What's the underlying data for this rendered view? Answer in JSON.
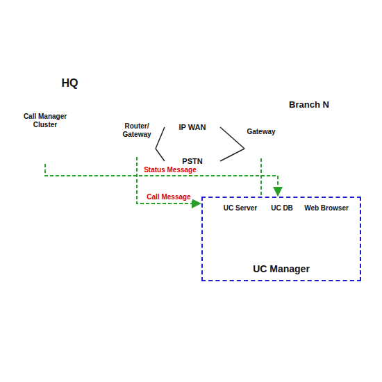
{
  "diagram": {
    "nodes": [
      {
        "text": [
          "HQ"
        ]
      },
      {
        "text": [
          "Call Manager Cluster"
        ],
        "in": 0
      },
      {
        "text": [
          "Router/ Gateway"
        ]
      },
      {
        "text": [
          "IP WAN"
        ]
      },
      {
        "text": [
          "PSTN"
        ]
      },
      {
        "text": [
          "Branch N"
        ]
      },
      {
        "text": [
          "Gateway"
        ],
        "in": 5
      },
      {
        "text": [
          "UC Manager"
        ]
      },
      {
        "text": [
          "UC Server"
        ],
        "in": 7
      },
      {
        "text": [
          "UC DB"
        ],
        "in": 7
      },
      {
        "text": [
          "Web Browser"
        ],
        "in": 7
      }
    ],
    "edges": [
      {
        "from": 2,
        "to": 3,
        "arrow": "none"
      },
      {
        "from": 2,
        "to": 4,
        "arrow": "none"
      },
      {
        "from": 3,
        "to": 6,
        "arrow": "none"
      },
      {
        "from": 4,
        "to": 6,
        "arrow": "none"
      },
      {
        "from": 1,
        "to": 7,
        "label": "Status Message",
        "arrow": "to"
      },
      {
        "from": 2,
        "to": 7,
        "label": "Call Message",
        "arrow": "to"
      },
      {
        "from": 6,
        "to": 7,
        "arrow": "none"
      }
    ]
  }
}
